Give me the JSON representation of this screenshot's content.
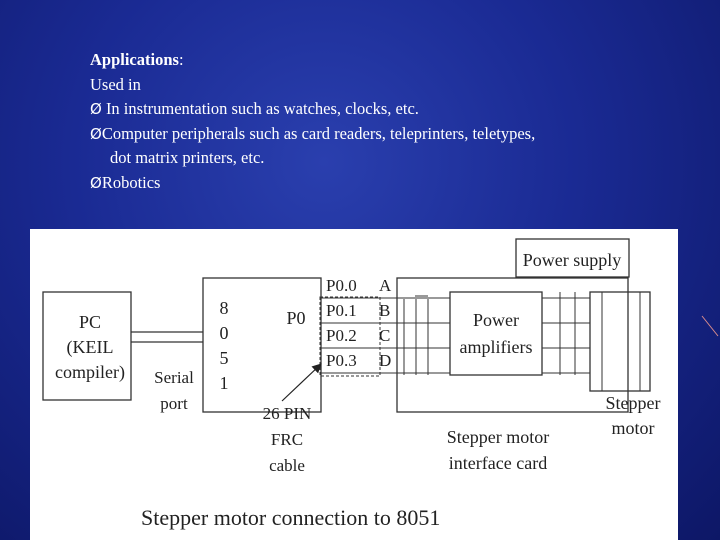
{
  "slide": {
    "heading": "Applications",
    "heading_colon": ":",
    "used_in": "Used in",
    "bullet_glyph": "Ø",
    "bullets": [
      " In instrumentation such as watches, clocks, etc.",
      "Computer peripherals such as card readers, teleprinters, teletypes,",
      "Robotics"
    ],
    "bullet_continuation": "dot matrix printers, etc."
  },
  "diagram": {
    "pc_box": [
      "PC",
      "(KEIL",
      "compiler)"
    ],
    "serial_port": [
      "Serial",
      "port"
    ],
    "chip_digits": [
      "8",
      "0",
      "5",
      "1"
    ],
    "port_label": "P0",
    "pins": [
      "P0.0",
      "P0.1",
      "P0.2",
      "P0.3"
    ],
    "phases": [
      "A",
      "B",
      "C",
      "D"
    ],
    "power_amplifiers": [
      "Power",
      "amplifiers"
    ],
    "power_supply": "Power supply",
    "stepper_motor": [
      "Stepper",
      "motor"
    ],
    "frc_cable": [
      "26 PIN",
      "FRC",
      "cable"
    ],
    "interface_card": [
      "Stepper motor",
      "interface card"
    ],
    "caption": "Stepper motor connection to 8051"
  }
}
